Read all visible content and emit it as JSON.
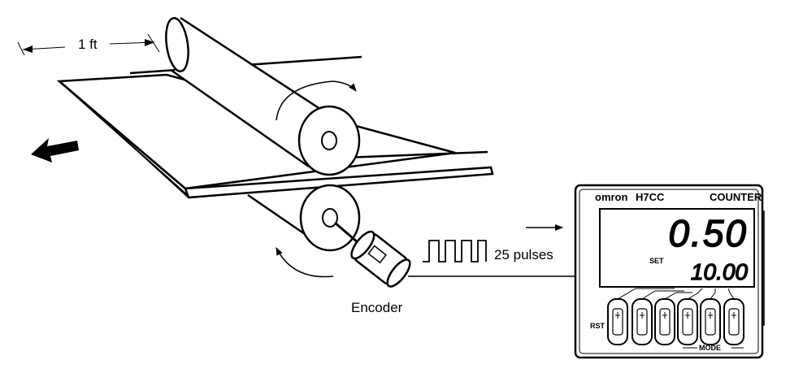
{
  "labels": {
    "length": "1 ft",
    "pulses": "25 pulses",
    "encoder": "Encoder"
  },
  "counter": {
    "brand": "omron",
    "model": "H7CC",
    "type": "COUNTER",
    "display_main": "0.50",
    "display_set": "10.00",
    "set_label": "SET",
    "rst_label": "RST",
    "mode_label": "MODE"
  },
  "colors": {
    "ink": "#000000",
    "background": "#ffffff"
  }
}
